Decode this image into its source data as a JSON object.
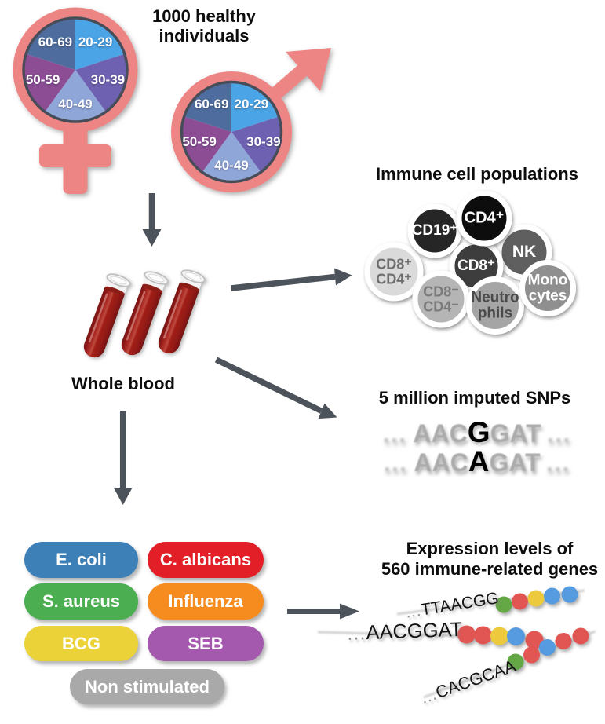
{
  "figure": {
    "arrow_color": "#4d535b",
    "background": "#ffffff"
  },
  "cohort": {
    "title": "1000 healthy\nindividuals",
    "symbols": [
      "female",
      "male"
    ],
    "symbol_color": "#ee8585",
    "pie_ring_color": "#474d58",
    "age_groups": [
      "20-29",
      "30-39",
      "40-49",
      "50-59",
      "60-69"
    ],
    "age_group_colors": [
      "#4aa4e6",
      "#6e61b1",
      "#8fa6d8",
      "#8c4d95",
      "#4e6d9e"
    ],
    "age_label_color": "#ffffff"
  },
  "blood": {
    "label": "Whole blood",
    "tube_count": 3,
    "blood_color": "#a01d1c"
  },
  "immune_cells": {
    "title": "Immune cell populations",
    "cells": [
      {
        "label": "CD8⁺\nCD4⁺",
        "fill": "#dadada",
        "text_color": "#6e6e6e"
      },
      {
        "label": "CD19⁺",
        "fill": "#252525",
        "text_color": "#ffffff"
      },
      {
        "label": "NK",
        "fill": "#5f5f5f",
        "text_color": "#ffffff"
      },
      {
        "label": "CD8⁺",
        "fill": "#3d3d3d",
        "text_color": "#ffffff"
      },
      {
        "label": "CD4⁺",
        "fill": "#0a0a0a",
        "text_color": "#ffffff"
      },
      {
        "label": "CD8⁻\nCD4⁻",
        "fill": "#b5b5b5",
        "text_color": "#7b7b7b"
      },
      {
        "label": "Neutro\nphils",
        "fill": "#a5a5a5",
        "text_color": "#4a4a4a"
      },
      {
        "label": "Mono\ncytes",
        "fill": "#8f8f8f",
        "text_color": "#ffffff"
      }
    ]
  },
  "snps": {
    "title": "5 million imputed SNPs",
    "rows": [
      {
        "pre": "…",
        "left": "AAC",
        "variant": "G",
        "right": "GAT",
        "post": "…"
      },
      {
        "pre": "…",
        "left": "AAC",
        "variant": "A",
        "right": "GAT",
        "post": "…"
      }
    ]
  },
  "stimuli": {
    "items": [
      {
        "label": "E. coli",
        "color": "#3d7fb7"
      },
      {
        "label": "C. albicans",
        "color": "#e21f27"
      },
      {
        "label": "S. aureus",
        "color": "#4baf52"
      },
      {
        "label": "Influenza",
        "color": "#f68b1f"
      },
      {
        "label": "BCG",
        "color": "#ebd239"
      },
      {
        "label": "SEB",
        "color": "#a459ae"
      },
      {
        "label": "Non stimulated",
        "color": "#a9a9a9"
      }
    ]
  },
  "expression": {
    "title": "Expression levels of\n560 immune-related genes",
    "palette": {
      "green": "#64a844",
      "red": "#e15452",
      "yellow": "#ecc93d",
      "blue": "#569be0"
    },
    "reads": [
      {
        "ellipsis": "…",
        "sequence": "TTAACGG",
        "dots": [
          "green",
          "red",
          "yellow",
          "blue",
          "blue"
        ]
      },
      {
        "ellipsis": "…",
        "sequence": "AACGGAT",
        "dots": [
          "red",
          "red",
          "yellow",
          "blue",
          "red"
        ]
      },
      {
        "ellipsis": "…",
        "sequence": "CACGCAA",
        "dots": [
          "green",
          "red",
          "blue",
          "red",
          "red"
        ]
      }
    ]
  }
}
